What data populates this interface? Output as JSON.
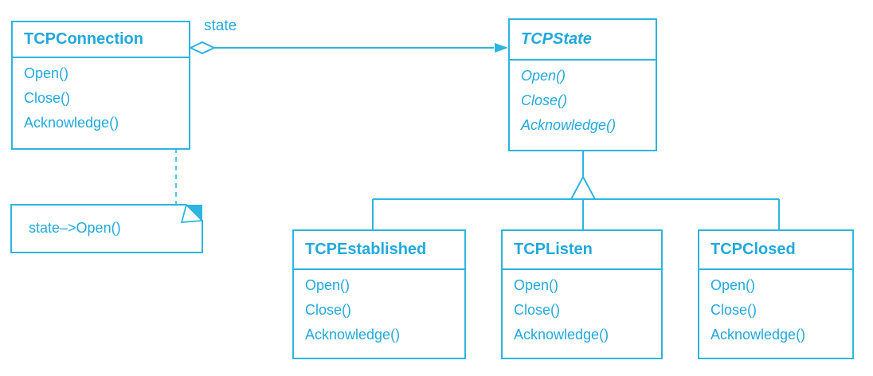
{
  "diagram": {
    "context": {
      "name": "TCPConnection",
      "operations": [
        "Open()",
        "Close()",
        "Acknowledge()"
      ]
    },
    "association_label": "state",
    "note": "state–>Open()",
    "abstract_state": {
      "name": "TCPState",
      "operations": [
        "Open()",
        "Close()",
        "Acknowledge()"
      ]
    },
    "concrete_states": [
      {
        "name": "TCPEstablished",
        "operations": [
          "Open()",
          "Close()",
          "Acknowledge()"
        ]
      },
      {
        "name": "TCPListen",
        "operations": [
          "Open()",
          "Close()",
          "Acknowledge()"
        ]
      },
      {
        "name": "TCPClosed",
        "operations": [
          "Open()",
          "Close()",
          "Acknowledge()"
        ]
      }
    ],
    "colors": {
      "line": "#2bb5e0",
      "text": "#21a9dc",
      "background": "#ffffff"
    }
  }
}
